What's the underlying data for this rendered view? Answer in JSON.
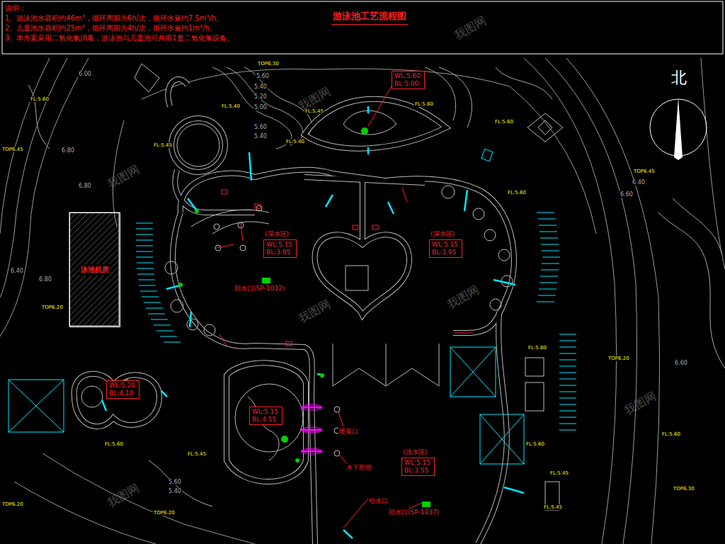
{
  "diagram": {
    "title": "游泳池工艺流程图",
    "nodes": [
      {
        "text": [
          "WL:5.60",
          "BL:5.00"
        ]
      },
      {
        "text": [
          "(深水区)",
          "WL:5.15",
          "BL:3.95"
        ]
      },
      {
        "text": [
          "(深水区)",
          "WL:5.15",
          "BL:3.95"
        ]
      },
      {
        "text": [
          "WL:5.20",
          "BL:4.10"
        ]
      },
      {
        "text": [
          "WL:5.15",
          "BL:4.55"
        ]
      },
      {
        "text": [
          "(浅水区)",
          "WL:5.15",
          "BL:3.55"
        ]
      },
      {
        "text": [
          "泳池机房"
        ]
      }
    ],
    "labels": [
      "说明：",
      "1、游泳池水容积约46m³，循环周期为6h/次，循环水量约7.5m³/h。",
      "2、儿童池水容积约25m³，循环周期为4h/次，循环水量约1m³/h。",
      "3、本方案采用二氧化氯消毒，游泳池与儿童池可共用1套二氧化氯设备。",
      "北",
      "回水口(SP-1032)",
      "回水口(SP-1037)",
      "喷泉口",
      "水下照明",
      "给水口",
      "6.00",
      "5.60",
      "5.40",
      "5.20",
      "5.00",
      "5.60",
      "5.40",
      "6.80",
      "6.80",
      "6.40",
      "6.80",
      "6.40",
      "6.60",
      "6.60",
      "5.60",
      "5.40",
      "TOP6.30",
      "FL:5.60",
      "FL:5.40",
      "FL:5.45",
      "FL:5.60",
      "FL:5.60",
      "FL:5.40",
      "FL:5.45",
      "TOP6.45",
      "TOP6.45",
      "FL:5.60",
      "TOP6.20",
      "FL:5.80",
      "TOP6.20",
      "FL:5.60",
      "FL:5.45",
      "FL:5.60",
      "FL:5.45",
      "TOP6.30",
      "TOP6.20",
      "TOP6.20",
      "FL:5.45",
      "FL:5.60",
      "我图网",
      "我图网",
      "我图网",
      "我图网",
      "我图网",
      "我图网",
      "我图网"
    ]
  }
}
